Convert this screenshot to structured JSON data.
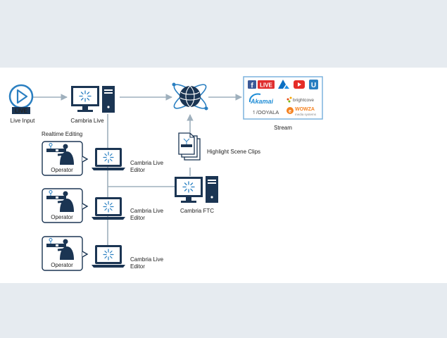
{
  "labels": {
    "live_input": "Live Input",
    "live_badge": "LIVE",
    "cambria_live": "Cambria Live",
    "realtime_editing": "Realtime Editing",
    "operators": [
      "Operator",
      "Operator",
      "Operator"
    ],
    "editors": [
      [
        "Cambria Live",
        "Editor"
      ],
      [
        "Cambria Live",
        "Editor"
      ],
      [
        "Cambria Live",
        "Editor"
      ]
    ],
    "cambria_ftc": "Cambria FTC",
    "highlight_clips": "Highlight Scene Clips",
    "stream": "Stream"
  },
  "stream_logos": {
    "facebook_live": "LIVE",
    "akamai": "Akamai",
    "brightcove": "brightcove",
    "ooyala": "OOYALA",
    "wowza": "WOWZA",
    "wowza_sub": "media systems"
  },
  "colors": {
    "navy": "#1b3553",
    "accent_blue": "#2a7fc1",
    "connector": "#9fb0bd",
    "stream_box": "#7db4de",
    "band_bg": "#e6ebf0"
  },
  "icons": [
    "live-play-icon",
    "monitor-icon",
    "tower-icon",
    "globe-icon",
    "laptop-icon",
    "operator-icon",
    "document-stack-icon",
    "facebook-icon",
    "azure-icon",
    "youtube-icon",
    "ustream-icon"
  ]
}
